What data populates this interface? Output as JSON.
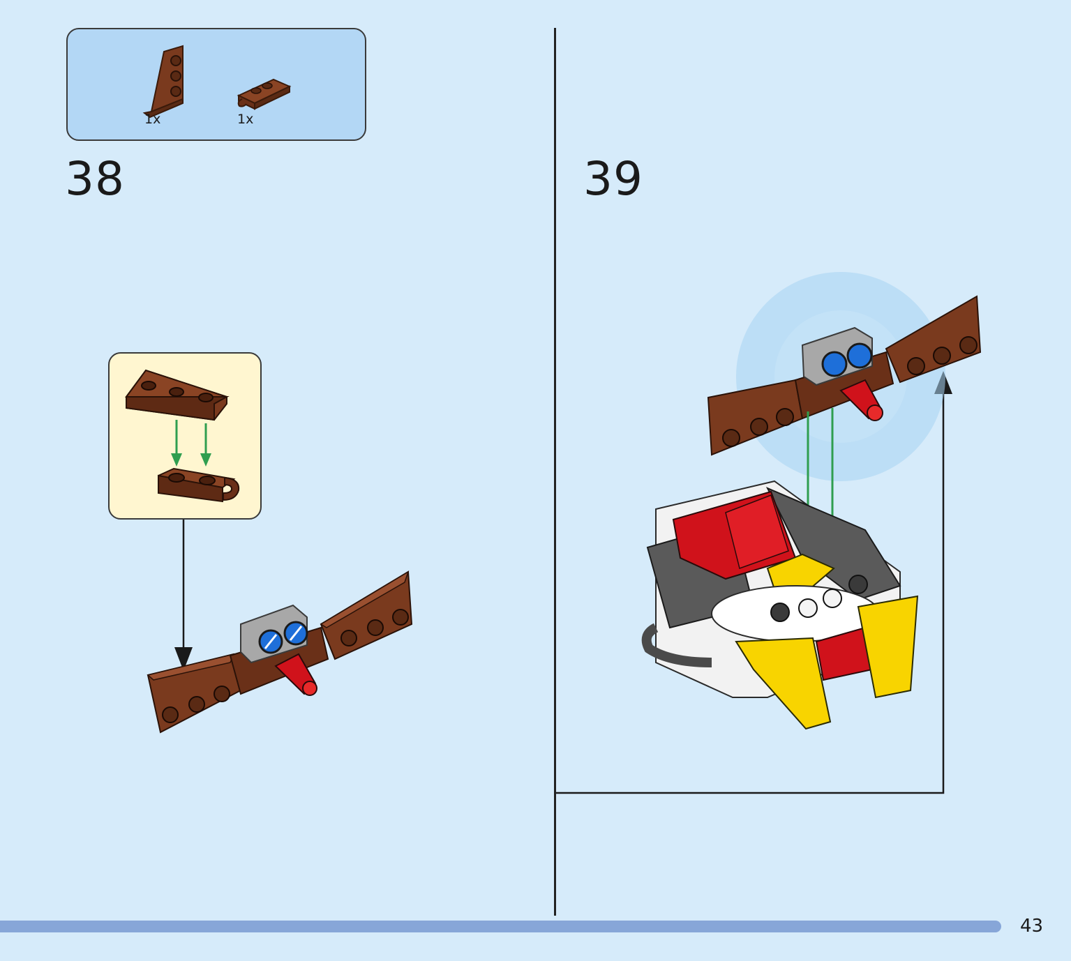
{
  "parts_box": {
    "items": [
      {
        "icon": "brown-wedge-plate-icon",
        "quantity": "1x"
      },
      {
        "icon": "brown-clip-plate-icon",
        "quantity": "1x"
      }
    ]
  },
  "steps": [
    {
      "number": "38"
    },
    {
      "number": "39"
    }
  ],
  "page": {
    "number": "43"
  },
  "colors": {
    "background": "#d6ebfa",
    "parts_box": "#b3d7f5",
    "callout": "#fff6d0",
    "brick_brown": "#7a3a1e",
    "brick_red": "#d0121b",
    "brick_yellow": "#f8d400",
    "arrow_green": "#2f9e4f",
    "progress_bar": "#87a6d8"
  }
}
